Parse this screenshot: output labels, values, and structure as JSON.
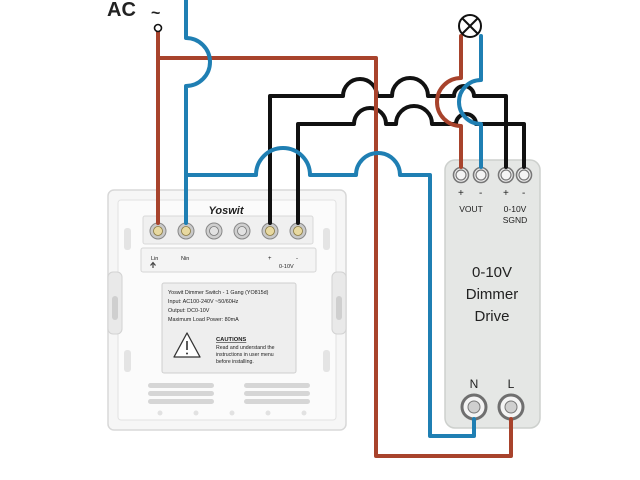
{
  "colors": {
    "live": "#a8432c",
    "neutral": "#1f7fb3",
    "control": "#111111",
    "switch_body": "#f3f3f3",
    "label_box": "#ebebeb",
    "driver_body": "#e4e6e4"
  },
  "supply": {
    "label": "AC",
    "symbol": "~"
  },
  "lamp": {
    "icon": "lamp-icon"
  },
  "switch": {
    "brand": "Yoswit",
    "terminal_labels": {
      "live_in": "Lin",
      "neutral_in": "Nin",
      "plus": "+",
      "minus": "-",
      "range": "0-10V"
    },
    "spec_lines": [
      "Yoswit Dimmer Switch - 1 Gang (YO815d)",
      "Input: AC100-240V ~50/60Hz",
      "Output: DC0-10V",
      "Maximum Load Power: 80mA"
    ],
    "caution": {
      "title": "CAUTIONS",
      "lines": [
        "Read and understand the",
        "instructions in user menu",
        "before installing."
      ]
    }
  },
  "driver": {
    "title_lines": [
      "0-10V",
      "Dimmer",
      "Drive"
    ],
    "terminal_signs": [
      "+",
      "-",
      "+",
      "-"
    ],
    "vout_label": "VOUT",
    "sgnd_label_lines": [
      "0-10V",
      "SGND"
    ],
    "input_labels": [
      "N",
      "L"
    ]
  }
}
